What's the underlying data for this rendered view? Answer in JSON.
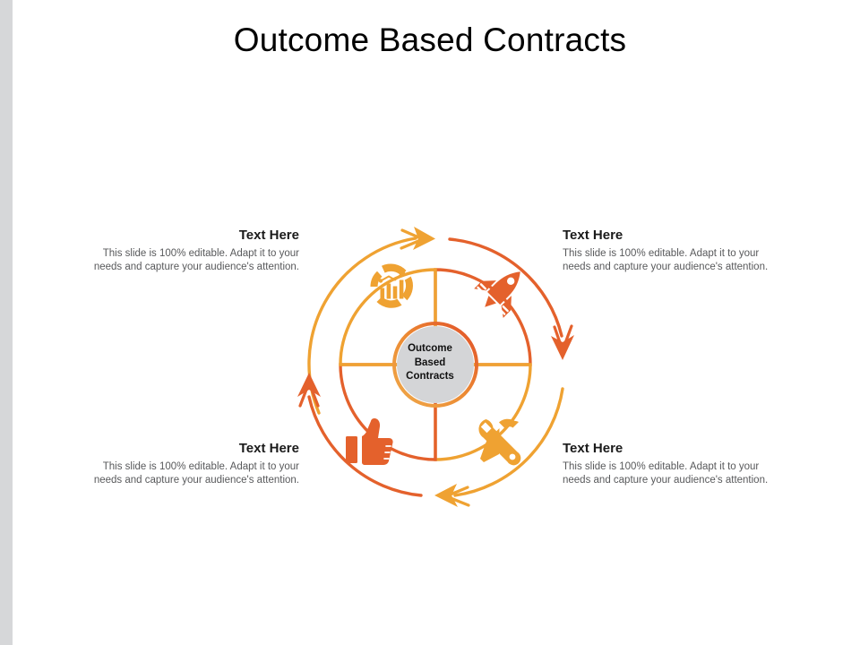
{
  "slide": {
    "title": "Outcome Based Contracts",
    "background_color": "#ffffff",
    "left_band_color": "#d6d7d9"
  },
  "theme": {
    "orange_dark": "#E4612C",
    "orange_light": "#EFA232",
    "hub_fill": "#d4d5d7",
    "hub_text_color": "#111111",
    "heading_color": "#1b1b1b",
    "body_color": "#58595b"
  },
  "center": {
    "label_line1": "Outcome",
    "label_line2": "Based",
    "label_line3": "Contracts",
    "label": "Outcome Based Contracts"
  },
  "quadrants": [
    {
      "position": "top-left",
      "icon": "bar-chart-circle-icon",
      "color": "#EFA232",
      "heading": "Text Here",
      "body": "This slide is 100% editable. Adapt it to your needs and capture your audience's attention."
    },
    {
      "position": "top-right",
      "icon": "rocket-icon",
      "color": "#E4612C",
      "heading": "Text Here",
      "body": "This slide is 100% editable. Adapt it to your needs and capture your audience's attention."
    },
    {
      "position": "bottom-right",
      "icon": "tools-icon",
      "color": "#EFA232",
      "heading": "Text Here",
      "body": "This slide is 100% editable. Adapt it to your needs and capture your audience's attention."
    },
    {
      "position": "bottom-left",
      "icon": "thumbs-up-icon",
      "color": "#E4612C",
      "heading": "Text Here",
      "body": "This slide is 100% editable. Adapt it to your needs and capture your audience's attention."
    }
  ],
  "arrows": [
    {
      "name": "arrow-top",
      "direction": "right",
      "color": "#EFA232"
    },
    {
      "name": "arrow-right",
      "direction": "down",
      "color": "#E4612C"
    },
    {
      "name": "arrow-bottom",
      "direction": "left",
      "color": "#EFA232"
    },
    {
      "name": "arrow-left",
      "direction": "up",
      "color": "#E4612C"
    }
  ]
}
